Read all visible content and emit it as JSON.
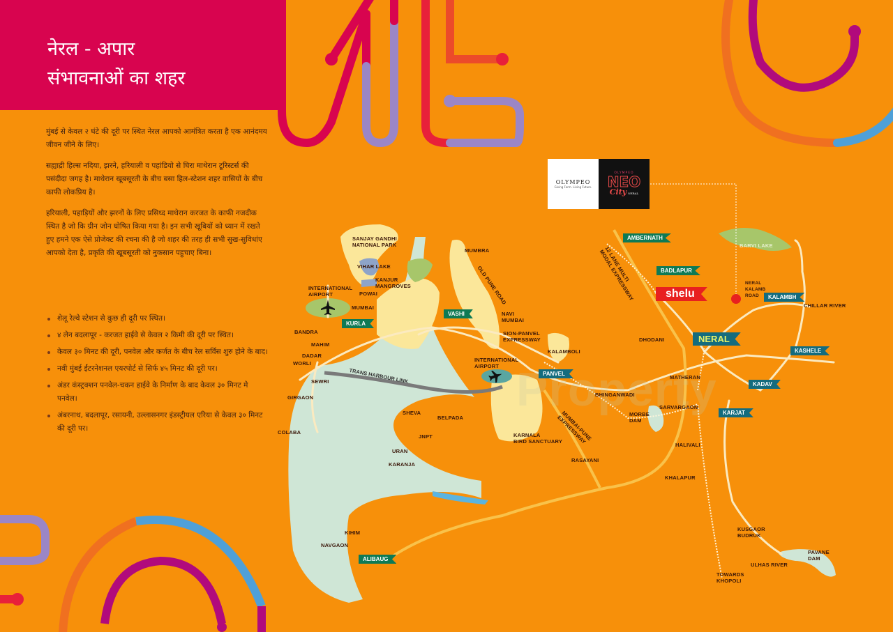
{
  "title": {
    "line1": "नेरल - अपार",
    "line2": "संभावनाओं का शहर"
  },
  "intro_paragraphs": [
    "मुंबई से केवल २ घंटे की दूरी पर स्थित नेरल आपको आमंत्रित करता है एक आनंदमय जीवन जीने के लिए।",
    "सह्याद्री हिल्स नदिया, झरने, हरियाली व पहांडियो से घिरा माथेरान टूरिस्टर्स की पसंदीदा जगह है। माथेरान खूबसूरती के बीच बसा हिल-स्टेशन शहर वासियों के बीच काफी लोकप्रिय है।",
    "हरियाली, पहाड़ियों और झरनों के लिए प्रसिध्द माथेरान करजत के काफी नजदीक स्थित है जो कि ग्रीन जोन घोषित किया गया है। इन सभी खूबियों को ध्यान में रखते हुए हमने एक ऐसे प्रोजेक्ट की रचना की है जो शहर की तरह ही सभी सुख-सुविधांए आपको देता है, प्रकृति की खूबसूरती को नुकसान पहुचाए बिना।"
  ],
  "bullets": [
    "शेलू रेल्वे स्टेशन से कुछ ही दूरी पर स्थित।",
    "४ लेन बदलापूर - करजत हाईवे से केवल २ किमी की दूरी पर स्थित।",
    "केवल ३० मिनट की दूरी, पनवेल और कर्जत के बीच रेल सर्विस शुरु होने के बाद।",
    "नवी मुंबई ईंटरनेशनल एयरपोर्ट से सिर्फ ४५ मिनट की दूरी पर।",
    "अंडर कंस्ट्रक्शन पनवेल-चकन हाईवे के निर्माण के बाद केवल ३० मिनट मे पनवेल।",
    "अंबरनाथ, बदलापूर, रसायनी, उल्लासनगर इंडस्ट्रीयल एरिया से केवल ३० मिनट की दूरी पर।"
  ],
  "logos": {
    "developer": {
      "name": "OLYMPEO",
      "tagline": "Giving Form. Living Future."
    },
    "project": {
      "top": "OLYMPEO",
      "neo": "NEO",
      "city": "City",
      "location": "NERAL"
    }
  },
  "watermark": "Property",
  "colors": {
    "background": "#f7900a",
    "title_block": "#d8044f",
    "flag_green": "#0e7a55",
    "flag_teal": "#146c7e",
    "shelu_red": "#e8201f",
    "water": "#cfe6d6",
    "land_light": "#fbe79a",
    "park_green": "#a7c66a"
  },
  "map": {
    "flags": {
      "kurla": "KURLA",
      "vashi": "VASHI",
      "panvel": "PANVEL",
      "alibaug": "ALIBAUG",
      "ambernath": "AMBERNATH",
      "badlapur": "BADLAPUR",
      "shelu": "shelu",
      "neral": "NERAL",
      "kalambh": "KALAMBH",
      "kashele": "KASHELE",
      "kadav": "KADAV",
      "karjat": "KARJAT"
    },
    "labels": {
      "sanjay_gandhi": "SANJAY GANDHI\nNATIONAL PARK",
      "vihar_lake": "VIHAR LAKE",
      "kanjur": "KANJUR\nMANGROVES",
      "powai": "POWAI",
      "intl_airport_1": "INTERNATIONAL\nAIRPORT",
      "mumbai": "MUMBAI",
      "bandra": "BANDRA",
      "mahim": "MAHIM",
      "dadar": "DADAR",
      "worli": "WORLI",
      "sewri": "SEWRI",
      "girgaon": "GIRGAON",
      "colaba": "COLABA",
      "trans_harbour": "TRANS HARBOUR LINK",
      "sheva": "SHEVA",
      "belpada": "BELPADA",
      "jnpt": "JNPT",
      "uran": "URAN",
      "karanja": "KARANJA",
      "kihim": "KIHIM",
      "navgaon": "NAVGAON",
      "mumbra": "MUMBRA",
      "old_pune_road": "OLD PUNE ROAD",
      "navi_mumbai": "NAVI\nMUMBAI",
      "sion_panvel": "SION-PANVEL\nEXPRESSWAY",
      "intl_airport_2": "INTERNATIONAL\nAIRPORT",
      "kalamboli": "KALAMBOLI",
      "karnala": "KARNALA\nBIRD SANCTUARY",
      "mumbai_pune": "MUMBAI-PUNE\nEXPRESSWAY",
      "rasayani": "RASAYANI",
      "bhinganwadi": "BHINGANWADI",
      "morbe_dam": "MORBE\nDAM",
      "sarvargaon": "SARVARGAON",
      "matheran": "MATHERAN",
      "halivali": "HALIVALI",
      "khalapur": "KHALAPUR",
      "dhodani": "DHODANI",
      "twelve_lane": "12 LANE MULTI\nMODAL EXPRESSWAY",
      "barvi_lake": "BARVI LAKE",
      "neral_kalamb_road": "NERAL\nKALAMB\nROAD",
      "chillar_river": "CHILLAR RIVER",
      "kusgaon": "KUSGAOR\nBUDRUK",
      "pavane_dam": "PAVANE\nDAM",
      "ulhas_river": "ULHAS RIVER",
      "towards_khopoli": "TOWARDS\nKHOPOLI"
    }
  }
}
